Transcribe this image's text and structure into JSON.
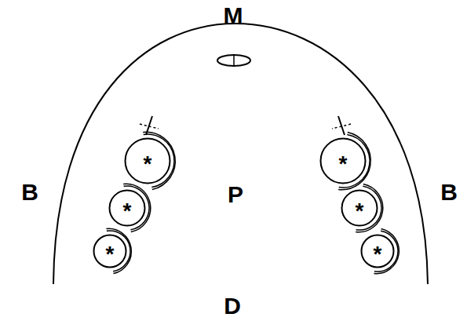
{
  "diagram": {
    "nodes": [
      {
        "text": [
          "*"
        ]
      },
      {
        "text": [
          "*"
        ]
      },
      {
        "text": [
          "*"
        ]
      },
      {
        "text": [
          "*"
        ]
      },
      {
        "text": [
          "*"
        ]
      },
      {
        "text": [
          "*"
        ]
      }
    ],
    "labels": [
      "M",
      "B",
      "P",
      "B",
      "D"
    ]
  }
}
